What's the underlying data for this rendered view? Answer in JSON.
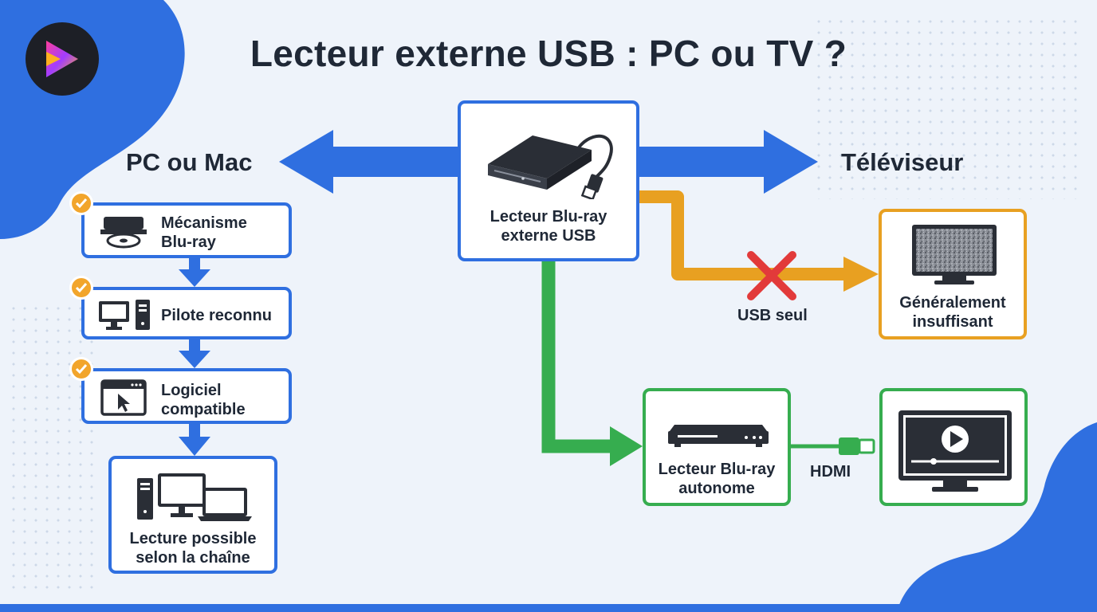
{
  "title": "Lecteur externe USB : PC ou TV ?",
  "colors": {
    "blue": "#2f6fe0",
    "orange": "#e8a021",
    "green": "#36ad4f",
    "red": "#e23a3a",
    "check": "#f2a52b"
  },
  "left": {
    "heading": "PC ou Mac",
    "steps": [
      {
        "label_line1": "Mécanisme",
        "label_line2": "Blu-ray",
        "icon": "disc-drive-icon"
      },
      {
        "label_line1": "Pilote reconnu",
        "icon": "desktop-computer-icon"
      },
      {
        "label_line1": "Logiciel",
        "label_line2": "compatible",
        "icon": "software-window-icon"
      }
    ],
    "result": {
      "label_line1": "Lecture possible",
      "label_line2": "selon la chaîne",
      "icon": "computer-devices-icon"
    }
  },
  "center": {
    "label_line1": "Lecteur Blu-ray",
    "label_line2": "externe USB",
    "icon": "external-drive-icon"
  },
  "right": {
    "heading": "Téléviseur",
    "usb_path": {
      "label": "USB seul",
      "result_line1": "Généralement",
      "result_line2": "insuffisant",
      "icon": "tv-static-icon"
    },
    "player_path": {
      "label_line1": "Lecteur Blu-ray",
      "label_line2": "autonome",
      "connection": "HDMI",
      "icon": "bluray-player-icon",
      "tv_icon": "tv-play-icon"
    }
  }
}
